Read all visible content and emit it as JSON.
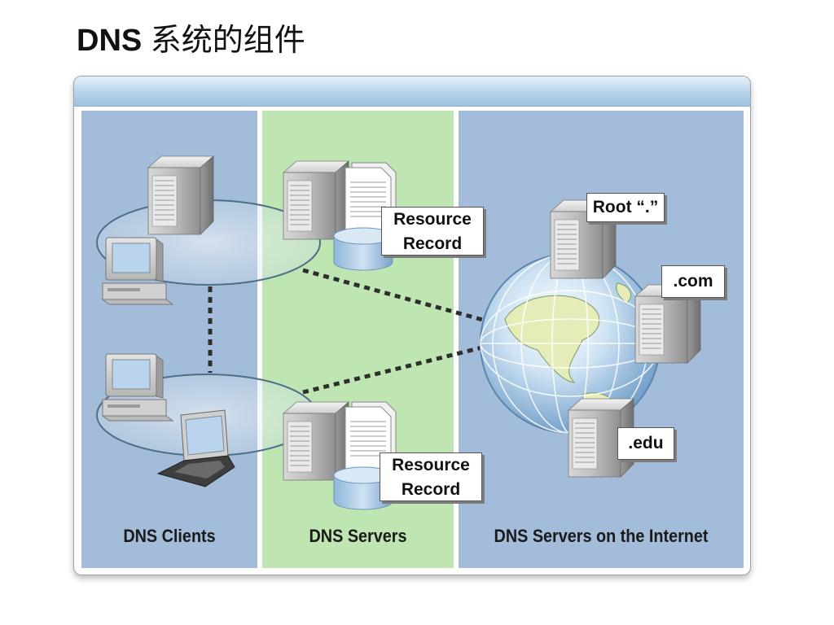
{
  "title_prefix": "DNS",
  "title_suffix": "系统的组件",
  "panels": {
    "clients": "DNS Clients",
    "servers": "DNS Servers",
    "internet": "DNS Servers on the Internet"
  },
  "callouts": {
    "resource_record_top": [
      "Resource",
      "Record"
    ],
    "resource_record_bottom": [
      "Resource",
      "Record"
    ],
    "root": "Root “.”",
    "com": ".com",
    "edu": ".edu"
  },
  "colors": {
    "clients_panel": "#a3bcda",
    "servers_panel": "#bfe5b2",
    "internet_panel": "#a3bcda"
  }
}
